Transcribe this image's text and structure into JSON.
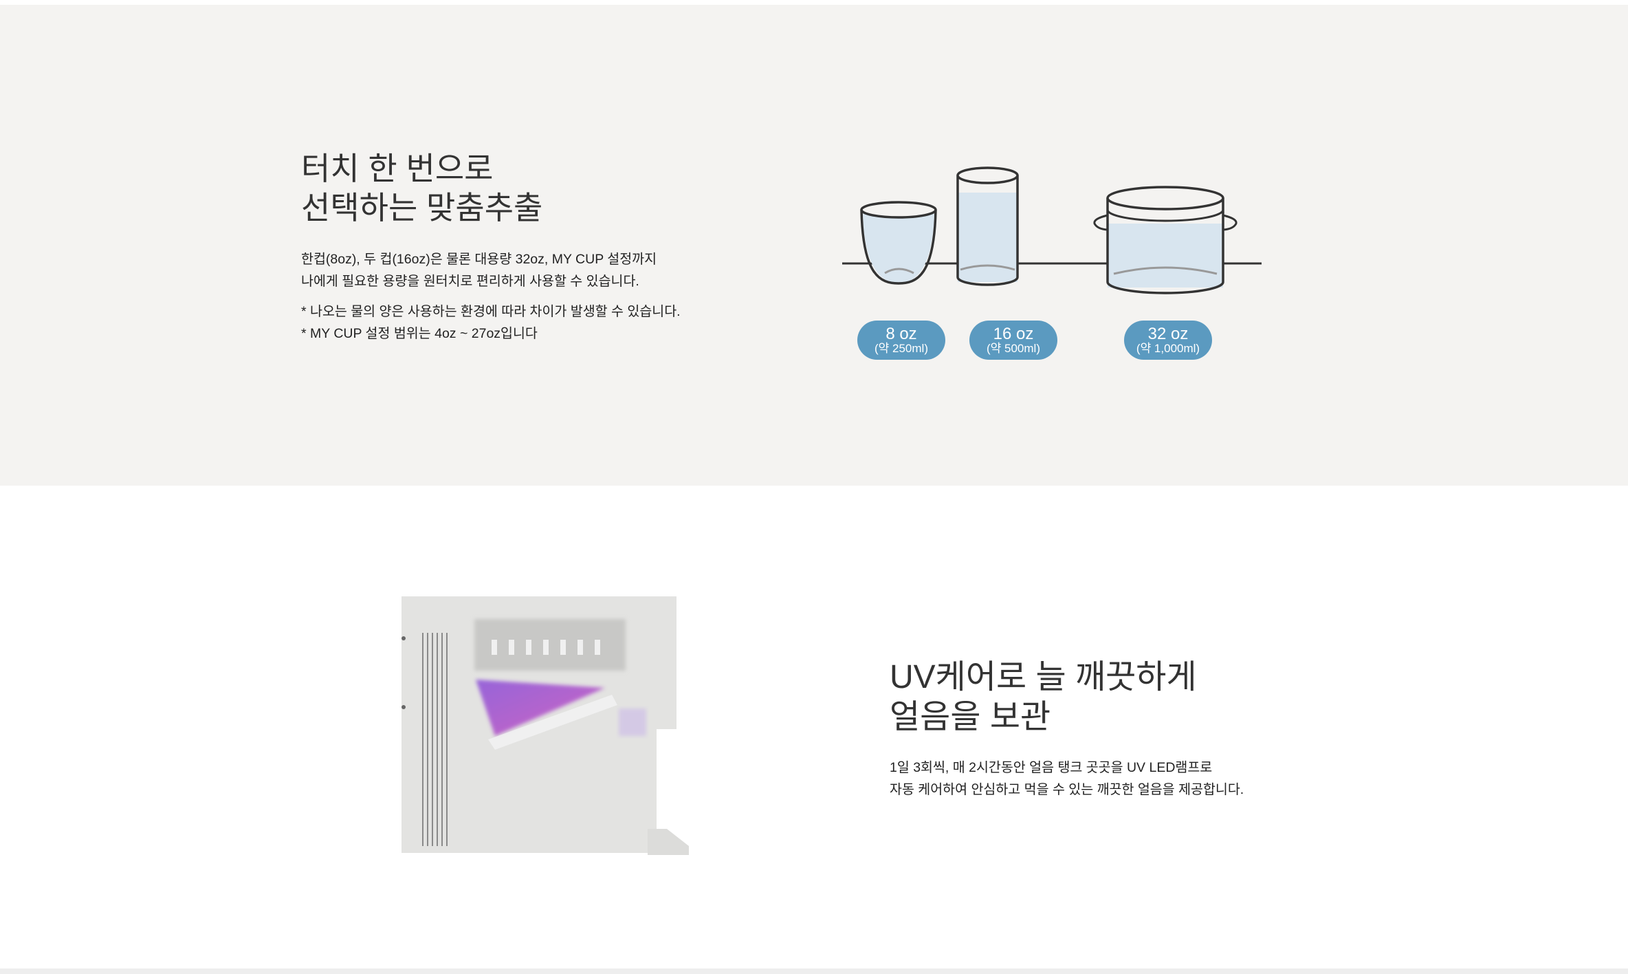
{
  "section_cups": {
    "title_lines": [
      "터치 한 번으로",
      "선택하는 맞춤추출"
    ],
    "description_lines": [
      "한컵(8oz), 두 컵(16oz)은 물론 대용량 32oz, MY CUP 설정까지",
      "나에게 필요한 용량을 원터치로 편리하게 사용할 수 있습니다."
    ],
    "notes": [
      "* 나오는 물의 양은 사용하는 환경에 따라 차이가 발생할 수 있습니다.",
      "* MY CUP 설정 범위는 4oz ~ 27oz입니다"
    ],
    "sizes": [
      {
        "oz": "8 oz",
        "ml": "(약 250ml)",
        "icon": "cup-icon"
      },
      {
        "oz": "16 oz",
        "ml": "(약 500ml)",
        "icon": "tall-glass-icon"
      },
      {
        "oz": "32 oz",
        "ml": "(약 1,000ml)",
        "icon": "pot-icon"
      }
    ],
    "badge_color": "#5b9ac0",
    "water_color": "#d8e5ef"
  },
  "section_uv": {
    "title_lines": [
      "UV케어로 늘 깨끗하게",
      "얼음을 보관"
    ],
    "description_lines": [
      "1일 3회씩, 매 2시간동안 얼음 탱크 곳곳을 UV LED램프로",
      "자동 케어하여 안심하고 먹을 수 있는 깨끗한 얼음을 제공합니다."
    ],
    "uv_color": "#8a4fd8"
  }
}
